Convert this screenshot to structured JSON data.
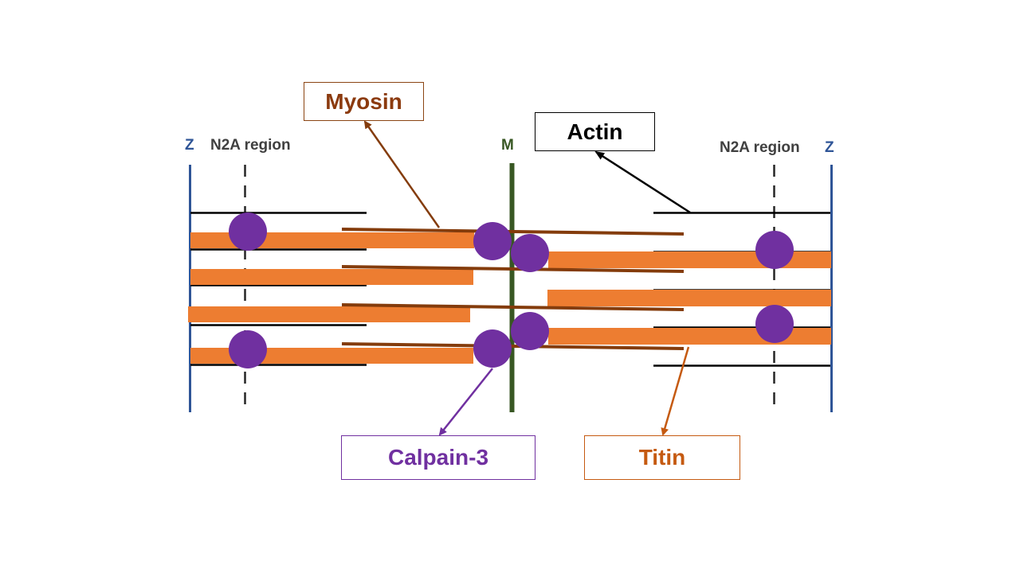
{
  "labels": {
    "myosin": "Myosin",
    "actin": "Actin",
    "calpain": "Calpain-3",
    "titin": "Titin",
    "z_left": "Z",
    "z_right": "Z",
    "n2a_left": "N2A region",
    "n2a_right": "N2A region",
    "m_line": "M"
  },
  "colors": {
    "z_line": "#2f5597",
    "m_line": "#385723",
    "actin": "#000000",
    "myosin": "#843c0c",
    "titin": "#ed7d31",
    "calpain": "#7030a0",
    "myosin_label": "#8b3a0e",
    "titin_label": "#c55a11"
  }
}
